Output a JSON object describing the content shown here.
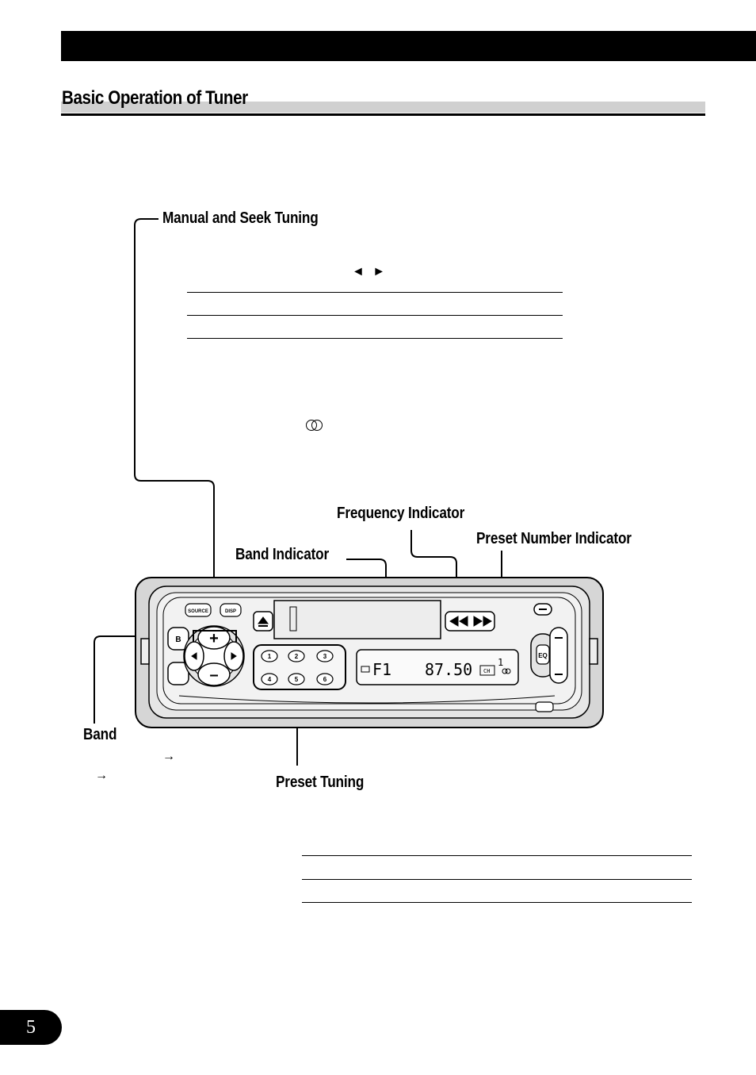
{
  "page": {
    "section_title": "Basic Operation of Tuner",
    "page_number": "5"
  },
  "callouts": {
    "manual_seek": "Manual and Seek Tuning",
    "frequency_indicator": "Frequency Indicator",
    "preset_number_indicator": "Preset Number Indicator",
    "band_indicator": "Band Indicator",
    "band": "Band",
    "preset_tuning": "Preset Tuning"
  },
  "symbols": {
    "left_right_arrows": "◄ ►",
    "right_arrow": "→",
    "stereo_icon": "stereo-indicator-icon"
  },
  "device": {
    "buttons": {
      "source": "SOURCE",
      "disp": "DISP",
      "eq": "EQ",
      "band_key": "B",
      "up": "+",
      "down": "–"
    },
    "presets": [
      "1",
      "2",
      "3",
      "4",
      "5",
      "6"
    ],
    "display": {
      "band": "F1",
      "frequency": "87.50",
      "preset_number": "1",
      "ch_label": "CH"
    }
  }
}
